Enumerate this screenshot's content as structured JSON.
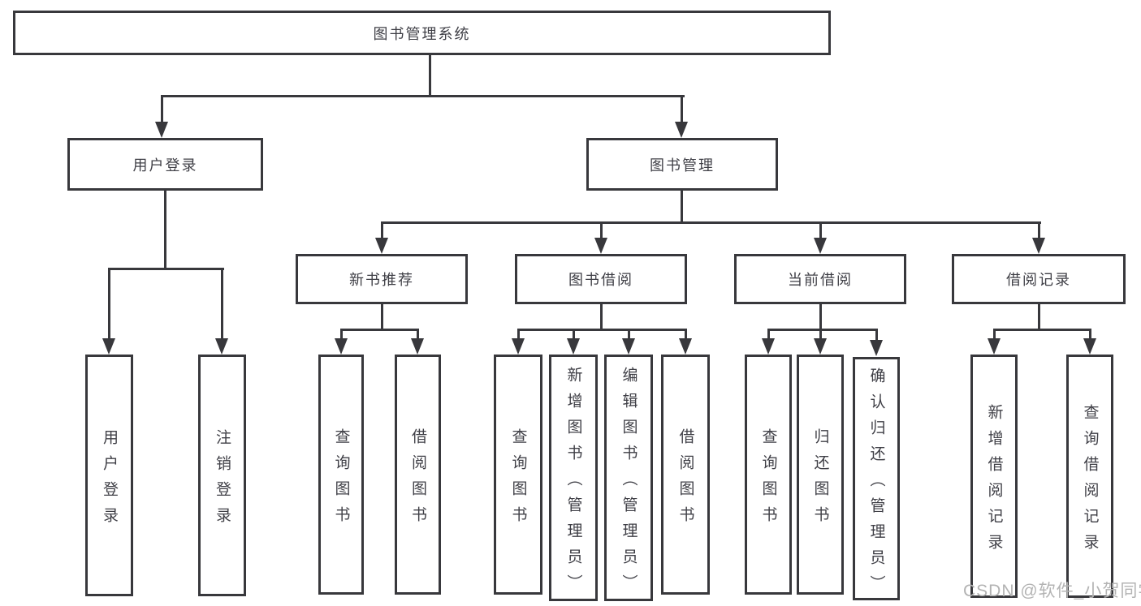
{
  "diagram_type": "hierarchy-tree",
  "colors": {
    "ink": "#38383c",
    "background": "#ffffff",
    "watermark": "#b3b3b3"
  },
  "tree": {
    "label": "图书管理系统",
    "children": [
      {
        "label": "用户登录",
        "children": [
          {
            "label": "用户登录"
          },
          {
            "label": "注销登录"
          }
        ]
      },
      {
        "label": "图书管理",
        "children": [
          {
            "label": "新书推荐",
            "children": [
              {
                "label": "查询图书"
              },
              {
                "label": "借阅图书"
              }
            ]
          },
          {
            "label": "图书借阅",
            "children": [
              {
                "label": "查询图书"
              },
              {
                "label": "新增图书（管理员）"
              },
              {
                "label": "编辑图书（管理员）"
              },
              {
                "label": "借阅图书"
              }
            ]
          },
          {
            "label": "当前借阅",
            "children": [
              {
                "label": "查询图书"
              },
              {
                "label": "归还图书"
              },
              {
                "label": "确认归还（管理员）"
              }
            ]
          },
          {
            "label": "借阅记录",
            "children": [
              {
                "label": "新增借阅记录"
              },
              {
                "label": "查询借阅记录"
              }
            ]
          }
        ]
      }
    ]
  },
  "watermark": {
    "text": "CSDN @软件_小贺同学"
  }
}
